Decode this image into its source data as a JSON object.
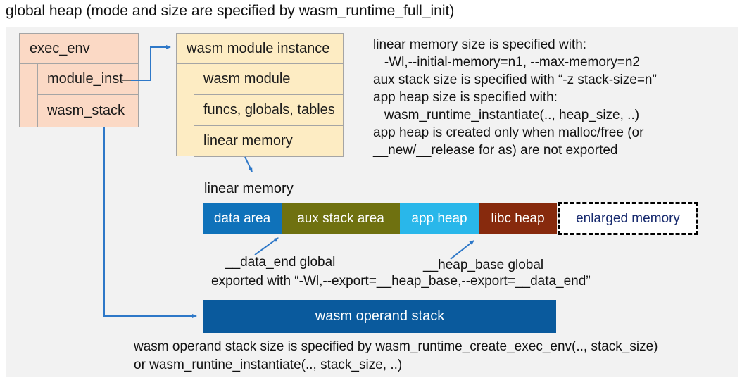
{
  "title": "global heap (mode and size are specified by wasm_runtime_full_init)",
  "exec_env": {
    "header": "exec_env",
    "rows": [
      "module_inst",
      "wasm_stack"
    ]
  },
  "module_instance": {
    "header": "wasm module instance",
    "rows": [
      "wasm module",
      "funcs, globals, tables",
      "linear memory"
    ]
  },
  "right_notes": [
    "linear memory size is specified with:",
    "   -Wl,--initial-memory=n1, --max-memory=n2",
    "aux stack size is specified with “-z stack-size=n”",
    "app heap size is specified with:",
    "   wasm_runtime_instantiate(.., heap_size, ..)",
    "app heap is created only when malloc/free (or",
    "__new/__release for as) are not exported"
  ],
  "linear_memory": {
    "label": "linear memory",
    "segments": [
      {
        "label": "data area",
        "color": "#0f72ba"
      },
      {
        "label": "aux stack area",
        "color": "#6f7110"
      },
      {
        "label": "app heap",
        "color": "#29b7ea"
      },
      {
        "label": "libc heap",
        "color": "#872a0d"
      },
      {
        "label": "enlarged memory",
        "color": "#ffffff",
        "text_color": "#172a6e"
      }
    ],
    "data_end_label": "__data_end global",
    "heap_base_label": "__heap_base global",
    "exported_note": "exported with “-Wl,--export=__heap_base,--export=__data_end”"
  },
  "operand_stack": {
    "label": "wasm operand stack",
    "color": "#0a5a9d",
    "notes": [
      "wasm operand stack size is specified by wasm_runtime_create_exec_env(.., stack_size)",
      "or wasm_runtine_instantiate(.., stack_size, ..)"
    ]
  },
  "colors": {
    "panel_bg": "#f2f2f2",
    "exec_env_fill": "#fbd9c5",
    "instance_fill": "#fdecc3",
    "box_border": "#a5a5a5",
    "arrow": "#2e78c8",
    "enlarged_text": "#172a6e"
  }
}
